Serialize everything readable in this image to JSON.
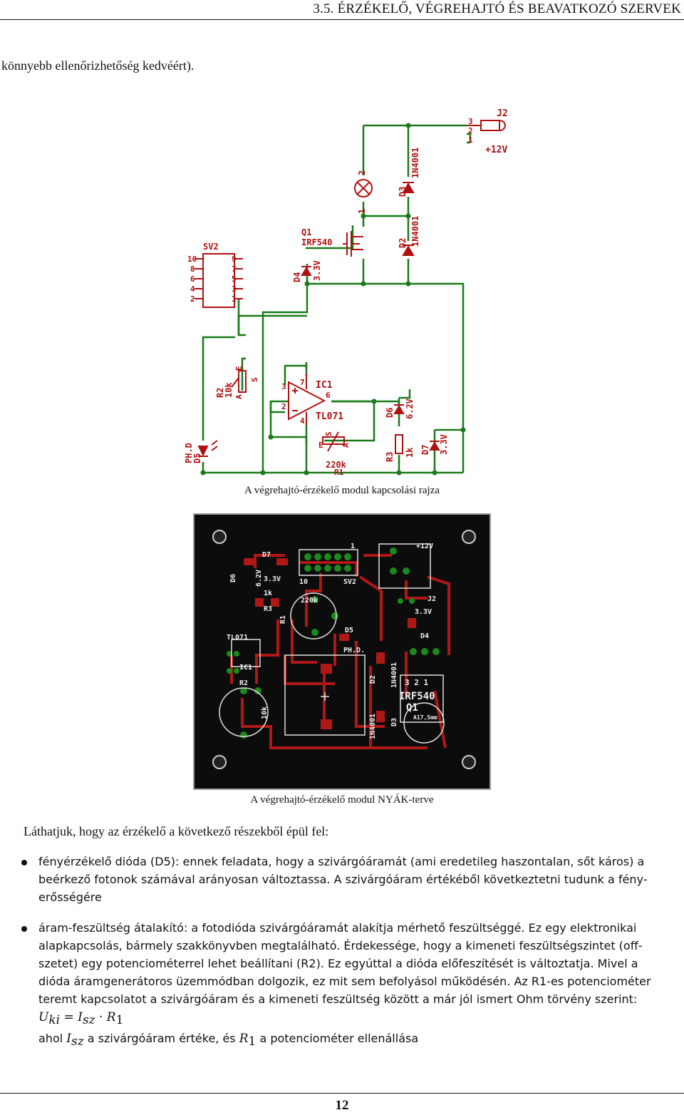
{
  "header": {
    "title": "3.5.  ÉRZÉKELŐ, VÉGREHAJTÓ ÉS BEAVATKOZÓ SZERVEK"
  },
  "intro_line": "könnyebb ellenőrizhetőség kedvéért).",
  "schematic": {
    "caption": "A végrehajtó-érzékelő modul kapcsolási rajza",
    "labels": {
      "j2": "J2",
      "plus12v": "+12V",
      "d3": "D3",
      "d3_type": "1N4001",
      "d2": "D2",
      "d2_type": "1N4001",
      "q1": "Q1",
      "q1_type": "IRF540",
      "d4": "D4",
      "d4_val": "3.3V",
      "sv2": "SV2",
      "r2": "R2",
      "r2_val": "10k",
      "ic1": "IC1",
      "ic1_type": "TL071",
      "d6": "D6",
      "d6_val": "6.2V",
      "d7": "D7",
      "d7_val": "3.3V",
      "r3": "R3",
      "r3_val": "1k",
      "r1": "R1",
      "r1_val": "220k",
      "d5": "D5",
      "d5_type": "PH.D",
      "pin3": "3",
      "pin2": "2",
      "pin1": "1",
      "opamp_pin_plus": "3",
      "opamp_pin_minus": "2",
      "opamp_pin_out": "6",
      "opamp_pin_vcc": "7",
      "opamp_pin_gnd": "4",
      "lamp_pin2": "2",
      "lamp_pin1": "1",
      "pot_a": "A",
      "pot_e": "E",
      "pot_s": "S",
      "sv2_left": [
        "10",
        "8",
        "6",
        "4",
        "2"
      ],
      "sv2_right": [
        "9",
        "7",
        "5",
        "3",
        "1"
      ]
    }
  },
  "pcb": {
    "caption": "A végrehajtó-érzékelő modul NYÁK-terve",
    "labels": {
      "d7": "D7",
      "d6": "D6",
      "d6_val": "6.2V",
      "d7_val": "3.3V",
      "r3_val": "1k",
      "r3": "R3",
      "r1": "R1",
      "r1_val": "220k",
      "sv2": "SV2",
      "sv2_pin10": "10",
      "sv2_pin1": "1",
      "plus12v": "+12V",
      "j2": "J2",
      "d4_val": "3.3V",
      "d4": "D4",
      "d5": "D5",
      "d5_type": "PH.D.",
      "tl071": "TL071",
      "ic1": "IC1",
      "r2": "R2",
      "r2_val": "10k",
      "d2": "D2",
      "d2_type": "1N4001",
      "d3": "D3",
      "d3_type": "1N4001",
      "q1_pins": "3 2 1",
      "q1_type": "IRF540",
      "q1": "Q1",
      "heatsink": "A17,5mm"
    }
  },
  "lead": "Láthatjuk, hogy az érzékelő a következő részekből épül fel:",
  "items": [
    {
      "lines": [
        "fényérzékelő dióda (D5): ennek feladata, hogy a szivárgóáramát (ami eredetileg haszontalan, sőt káros) a",
        "beérkező fotonok számával arányosan változtassa. A szivárgóáram értékéből következtetni tudunk a fény-",
        "erősségére"
      ]
    },
    {
      "lines": [
        "áram-feszültség átalakító: a fotodióda szivárgóáramát alakítja mérhető feszültséggé. Ez egy elektronikai",
        "alapkapcsolás, bármely szakkönyvben megtalálható. Érdekessége, hogy a kimeneti feszültségszintet (off-",
        "szetet) egy potenciométerrel lehet beállítani (R2). Ez egyúttal a dióda előfeszítését is változtatja. Mivel a",
        "dióda áramgenerátoros üzemmódban dolgozik, ez mit sem befolyásol működésén. Az R1-es potenciométer",
        "teremt kapcsolatot a szivárgóáram és a kimeneti feszültség között a már jól ismert Ohm törvény szerint:"
      ],
      "formula": {
        "u": "U",
        "u_sub": "ki",
        "eq": " = ",
        "i": "I",
        "i_sub": "sz",
        "dot": " · ",
        "r": "R",
        "r_sub": "1"
      },
      "tail": {
        "pre": "ahol ",
        "i": "I",
        "i_sub": "sz",
        "mid": " a szivárgóáram értéke, és ",
        "r": "R",
        "r_sub": "1",
        "post": " a potenciométer ellenállása"
      }
    }
  ],
  "page_number": "12",
  "colors": {
    "wire": "#1a7a1a",
    "part": "#b01010",
    "pcb_bg": "#0c0c0c",
    "trace": "#b01818"
  }
}
